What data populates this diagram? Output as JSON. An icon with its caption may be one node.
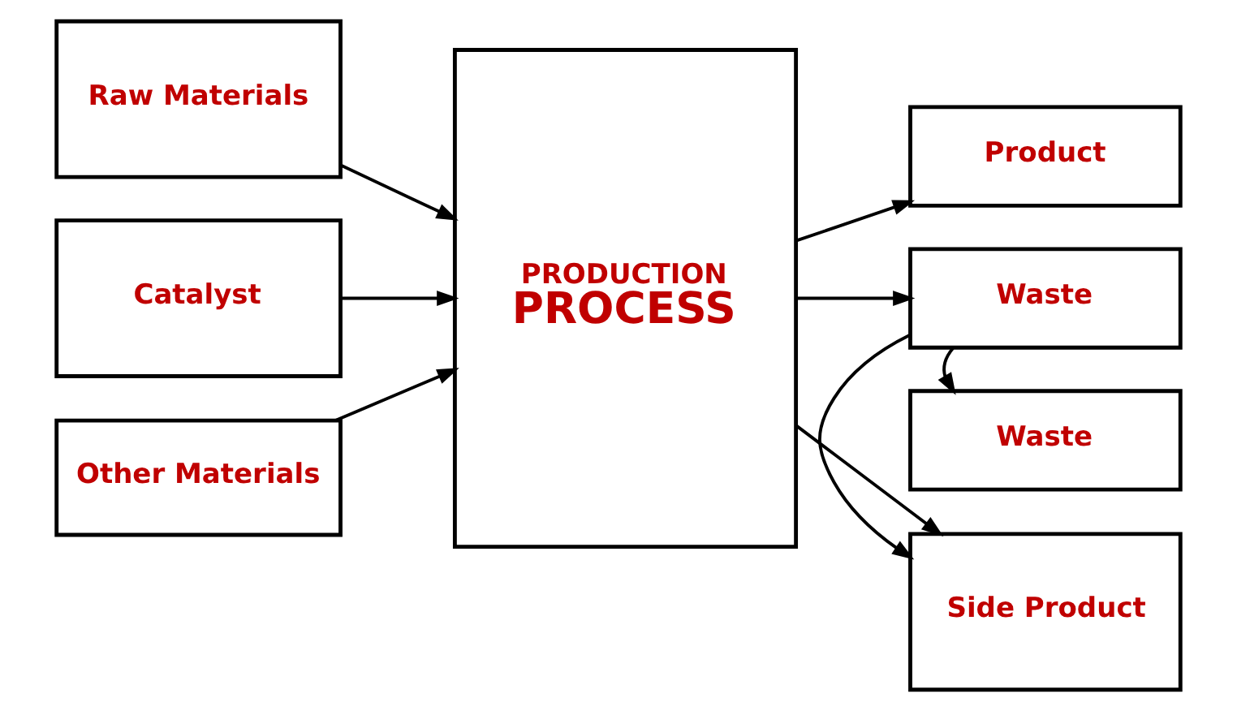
{
  "diagram": {
    "nodes": [
      {
        "text": [
          "Raw Materials"
        ]
      },
      {
        "text": [
          "Catalyst"
        ]
      },
      {
        "text": [
          "Other Materials"
        ]
      },
      {
        "text": [
          "PRODUCTION",
          "PROCESS"
        ]
      },
      {
        "text": [
          "Product"
        ]
      },
      {
        "text": [
          "Side Product"
        ]
      },
      {
        "text": [
          "Waste"
        ]
      },
      {
        "text": [
          "Waste"
        ]
      }
    ],
    "edges": [
      {
        "from": 0,
        "to": 3,
        "arrow": "to"
      },
      {
        "from": 1,
        "to": 3,
        "arrow": "to"
      },
      {
        "from": 2,
        "to": 3,
        "arrow": "to"
      },
      {
        "from": 3,
        "to": 4,
        "arrow": "to"
      },
      {
        "from": 3,
        "to": 5,
        "arrow": "to"
      },
      {
        "from": 3,
        "to": 6,
        "arrow": "to"
      },
      {
        "from": 6,
        "to": 5,
        "arrow": "to"
      },
      {
        "from": 6,
        "to": 7,
        "arrow": "to"
      }
    ]
  }
}
